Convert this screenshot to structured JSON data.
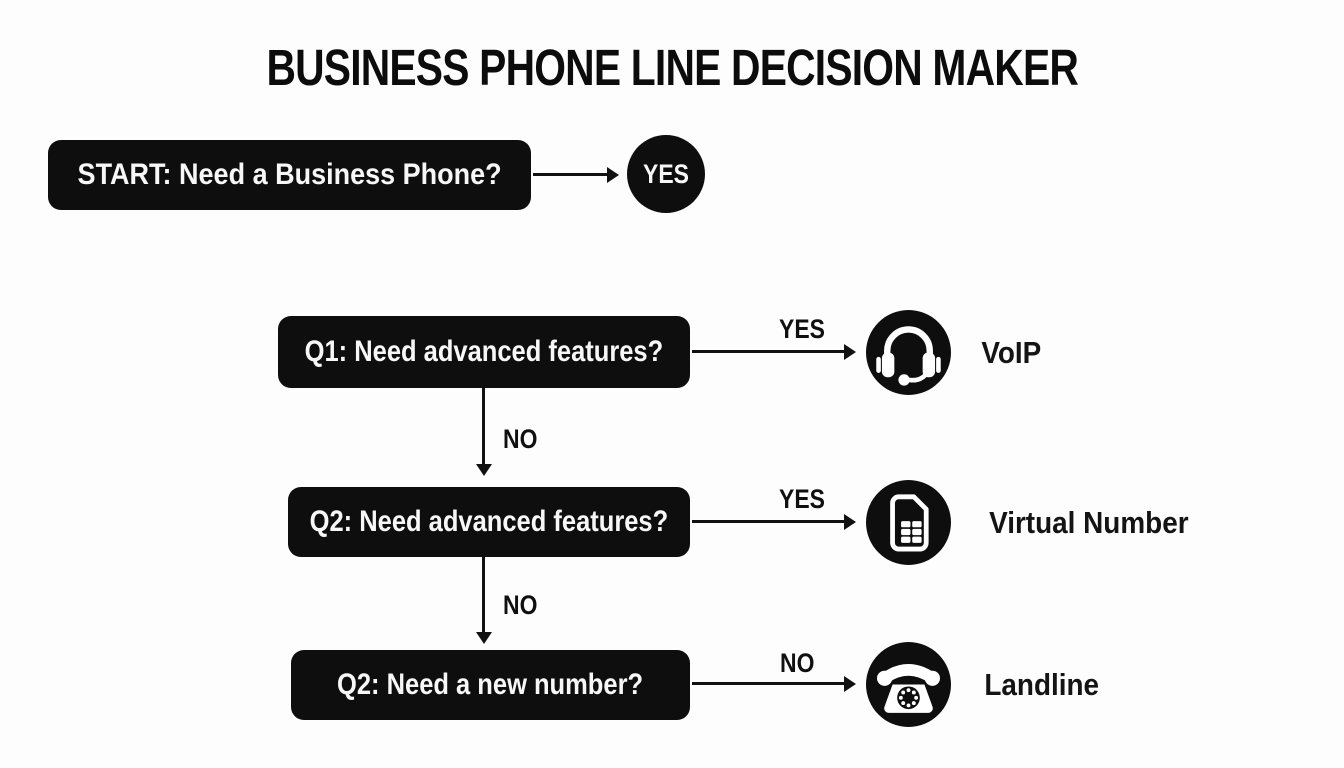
{
  "title": "BUSINESS PHONE LINE DECISION MAKER",
  "colors": {
    "ink": "#101010",
    "background": "#fdfdfd",
    "box_text": "#f7f7f7"
  },
  "start": {
    "question": "START: Need a Business Phone?",
    "result": "YES"
  },
  "rows": [
    {
      "question": "Q1: Need advanced features?",
      "branch_label": "YES",
      "outcome": "VoIP",
      "icon": "headset-icon",
      "down_label": "NO"
    },
    {
      "question": "Q2: Need advanced features?",
      "branch_label": "YES",
      "outcome": "Virtual Number",
      "icon": "sim-card-icon",
      "down_label": "NO"
    },
    {
      "question": "Q2: Need a new number?",
      "branch_label": "NO",
      "outcome": "Landline",
      "icon": "rotary-phone-icon"
    }
  ]
}
